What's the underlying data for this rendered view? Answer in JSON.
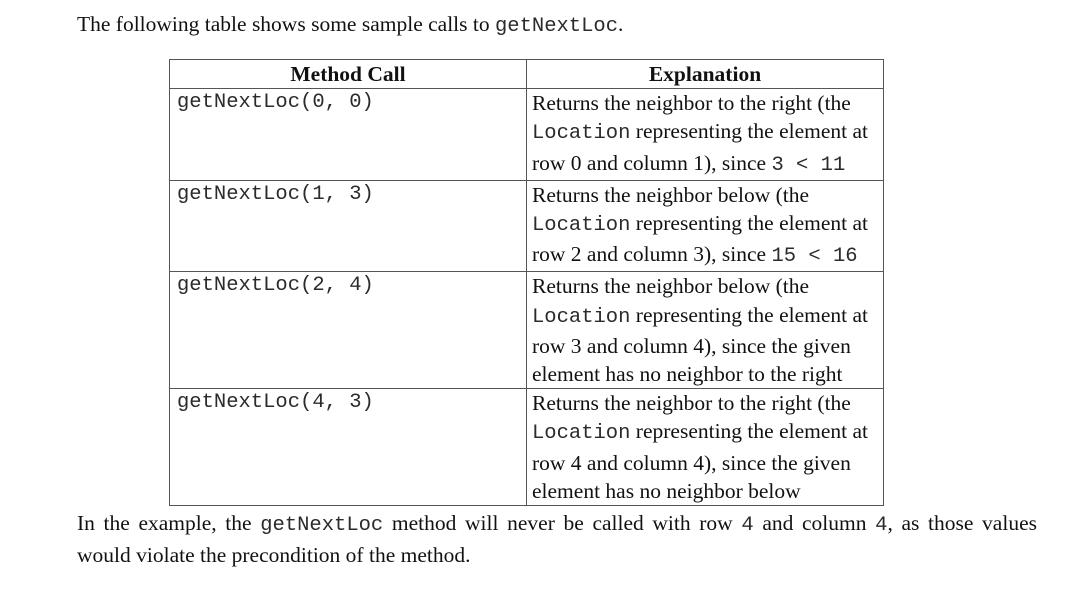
{
  "intro": {
    "text": "The following table shows some sample calls to",
    "method_name": "getNextLoc",
    "end": "."
  },
  "table": {
    "headers": [
      "Method Call",
      "Explanation"
    ],
    "rows": [
      {
        "call": "getNextLoc(0, 0)",
        "explanation": [
          {
            "t": "Returns the neighbor to the right (the "
          },
          {
            "t": "Location",
            "code": true
          },
          {
            "t": " representing the element at row 0 and column 1), since "
          },
          {
            "t": "3 < 11",
            "code": true
          }
        ]
      },
      {
        "call": "getNextLoc(1, 3)",
        "explanation": [
          {
            "t": "Returns the neighbor below (the "
          },
          {
            "t": "Location",
            "code": true
          },
          {
            "t": " representing the element at row 2 and column 3), since "
          },
          {
            "t": "15 < 16",
            "code": true
          }
        ]
      },
      {
        "call": "getNextLoc(2, 4)",
        "explanation": [
          {
            "t": "Returns the neighbor below (the "
          },
          {
            "t": "Location",
            "code": true
          },
          {
            "t": " representing the element at row 3 and column 4), since the given element has no neighbor to the right"
          }
        ]
      },
      {
        "call": "getNextLoc(4, 3)",
        "explanation": [
          {
            "t": "Returns the neighbor to the right (the "
          },
          {
            "t": "Location",
            "code": true
          },
          {
            "t": " representing the element at row 4 and column 4), since the given element has no neighbor below"
          }
        ]
      }
    ]
  },
  "outro": [
    {
      "t": "In the example, the "
    },
    {
      "t": "getNextLoc",
      "code": true
    },
    {
      "t": " method will never be called with row "
    },
    {
      "t": "4",
      "code": true
    },
    {
      "t": " and column "
    },
    {
      "t": "4",
      "code": true
    },
    {
      "t": ", as those values would violate the precondition of the method."
    }
  ]
}
